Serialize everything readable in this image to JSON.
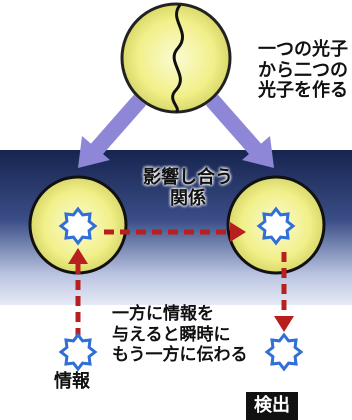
{
  "caption_top": [
    "一つの光子",
    "から二つの",
    "光子を作る"
  ],
  "relation_label": [
    "影響し合う",
    "関係"
  ],
  "instant_label": [
    "一方に情報を",
    "与えると瞬時に",
    "もう一方に伝わる"
  ],
  "info_label": "情報",
  "detect_label": "検出",
  "colors": {
    "panel_top": "#1a2a5c",
    "panel_bottom": "#dfe5f2",
    "photon_fill": "#f4f49a",
    "arrow_purple": "#8e86d6",
    "arrow_red": "#b81f1f",
    "star_blue": "#2f6fd6"
  },
  "icons": [
    "source-photon-icon",
    "photon-icon",
    "info-star-icon",
    "arrow-icon"
  ]
}
